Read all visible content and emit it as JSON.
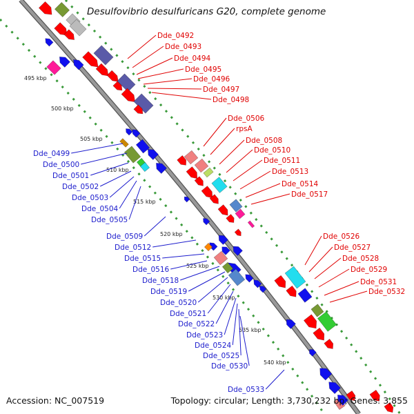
{
  "title": "Desulfovibrio desulfuricans G20, complete genome",
  "footer": {
    "accession": "Accession: NC_007519",
    "summary": "Topology: circular; Length: 3,730,232 bp; Genes: 3,855"
  },
  "colors": {
    "backbone": "#999999",
    "backbone_edge": "#555555",
    "track_dots": "#3a9a3a",
    "forward_label": "#e00000",
    "reverse_label": "#1a1acc",
    "scale_label": "#222222",
    "gene_red": "#ff0000",
    "gene_blue": "#1010ee",
    "gene_slate": "#5a5aa8",
    "gene_pink": "#f08080",
    "gene_magenta": "#ff1a99",
    "gene_cyan": "#22ddee",
    "gene_olive": "#779933",
    "gene_green": "#33cc33",
    "gene_gray": "#bbbbbb",
    "gene_orange": "#ff8800"
  },
  "scale_labels": [
    "495 kbp",
    "500 kbp",
    "505 kbp",
    "510 kbp",
    "515 kbp",
    "520 kbp",
    "525 kbp",
    "530 kbp",
    "535 kbp",
    "540 kbp"
  ],
  "forward_genes": [
    "Dde_0492",
    "Dde_0493",
    "Dde_0494",
    "Dde_0495",
    "Dde_0496",
    "Dde_0497",
    "Dde_0498",
    "Dde_0506",
    "rpsA",
    "Dde_0508",
    "Dde_0510",
    "Dde_0511",
    "Dde_0513",
    "Dde_0514",
    "Dde_0517",
    "Dde_0526",
    "Dde_0527",
    "Dde_0528",
    "Dde_0529",
    "Dde_0531",
    "Dde_0532"
  ],
  "reverse_genes": [
    "Dde_0499",
    "Dde_0500",
    "Dde_0501",
    "Dde_0502",
    "Dde_0503",
    "Dde_0504",
    "Dde_0505",
    "Dde_0509",
    "Dde_0512",
    "Dde_0515",
    "Dde_0516",
    "Dde_0518",
    "Dde_0519",
    "Dde_0520",
    "Dde_0521",
    "Dde_0522",
    "Dde_0523",
    "Dde_0524",
    "Dde_0525",
    "Dde_0530",
    "Dde_0533"
  ]
}
